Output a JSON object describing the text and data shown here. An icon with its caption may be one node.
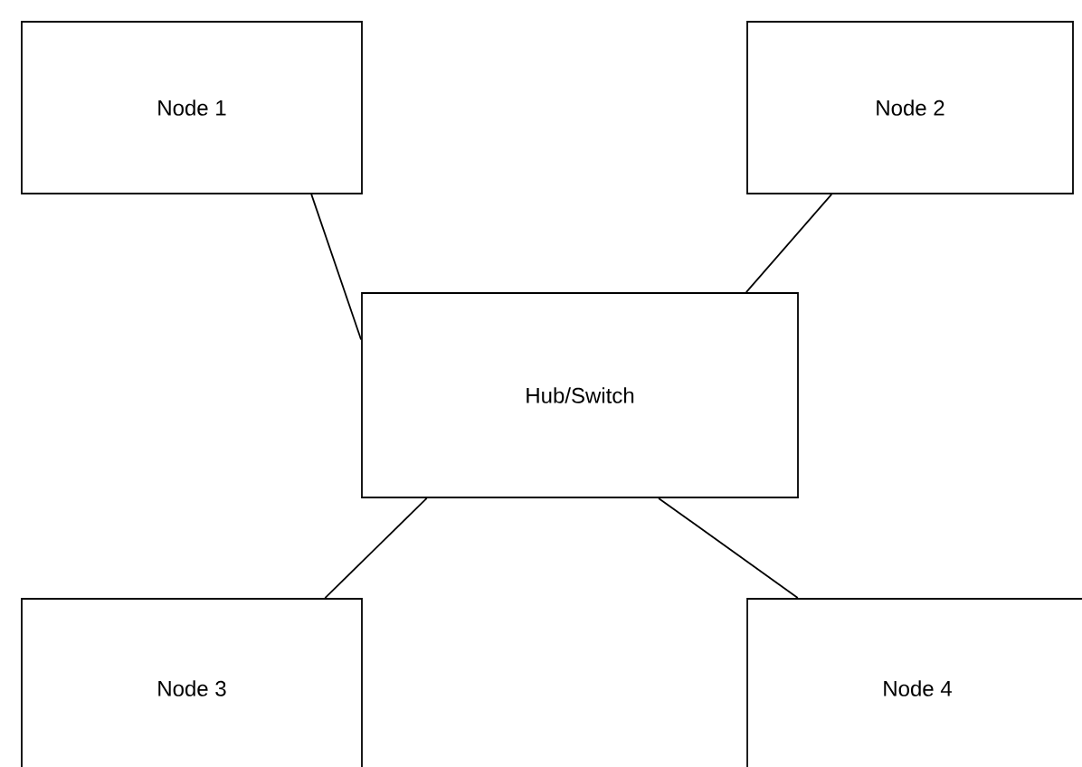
{
  "diagram": {
    "nodes": [
      {
        "text": [
          "Node 1"
        ]
      },
      {
        "text": [
          "Node 2"
        ]
      },
      {
        "text": [
          "Hub/Switch"
        ]
      },
      {
        "text": [
          "Node 3"
        ]
      },
      {
        "text": [
          "Node 4"
        ]
      }
    ],
    "edges": [
      {
        "from": 0,
        "to": 2,
        "arrow": "none"
      },
      {
        "from": 1,
        "to": 2,
        "arrow": "none"
      },
      {
        "from": 2,
        "to": 3,
        "arrow": "none"
      },
      {
        "from": 2,
        "to": 4,
        "arrow": "none"
      }
    ]
  }
}
